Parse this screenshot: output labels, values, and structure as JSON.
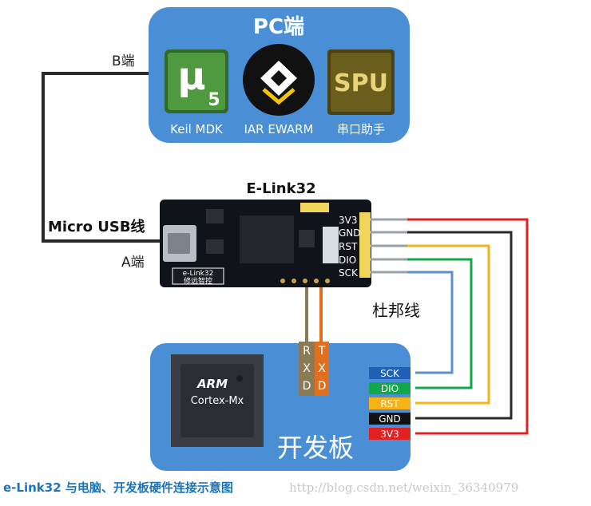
{
  "pc_panel": {
    "title": "PC端",
    "apps": [
      {
        "icon": "keil-mdk-icon",
        "label": "Keil MDK"
      },
      {
        "icon": "iar-ewarm-icon",
        "label": "IAR EWARM"
      },
      {
        "icon": "serial-assistant-icon",
        "label": "串口助手",
        "icon_text": "SPU"
      }
    ]
  },
  "labels": {
    "b_end": "B端",
    "a_end": "A端",
    "micro_usb": "Micro USB线",
    "dupont": "杜邦线"
  },
  "elink": {
    "title": "E-Link32",
    "board_silk": "e-Link32",
    "board_silk2": "修远智控",
    "pins": [
      "3V3",
      "GND",
      "RST",
      "DIO",
      "SCK"
    ]
  },
  "dev_board": {
    "title": "开发板",
    "chip_brand": "ARM",
    "chip_model": "Cortex-Mx",
    "rx_letters": [
      "R",
      "X",
      "D"
    ],
    "tx_letters": [
      "T",
      "X",
      "D"
    ],
    "pins": [
      {
        "label": "SCK",
        "color": "#1f5fb4"
      },
      {
        "label": "DIO",
        "color": "#10a84a"
      },
      {
        "label": "RST",
        "color": "#f7b219"
      },
      {
        "label": "GND",
        "color": "#111111"
      },
      {
        "label": "3V3",
        "color": "#e22222"
      }
    ]
  },
  "wire_colors": {
    "3V3": "#e22222",
    "GND": "#2a2a2a",
    "RST": "#f7b219",
    "DIO": "#10a84a",
    "SCK": "#5b8fd0",
    "RXD": "#8b7a55",
    "TXD": "#e07020"
  },
  "caption": "e-Link32 与电脑、开发板硬件连接示意图",
  "watermark": "http://blog.csdn.net/weixin_36340979"
}
